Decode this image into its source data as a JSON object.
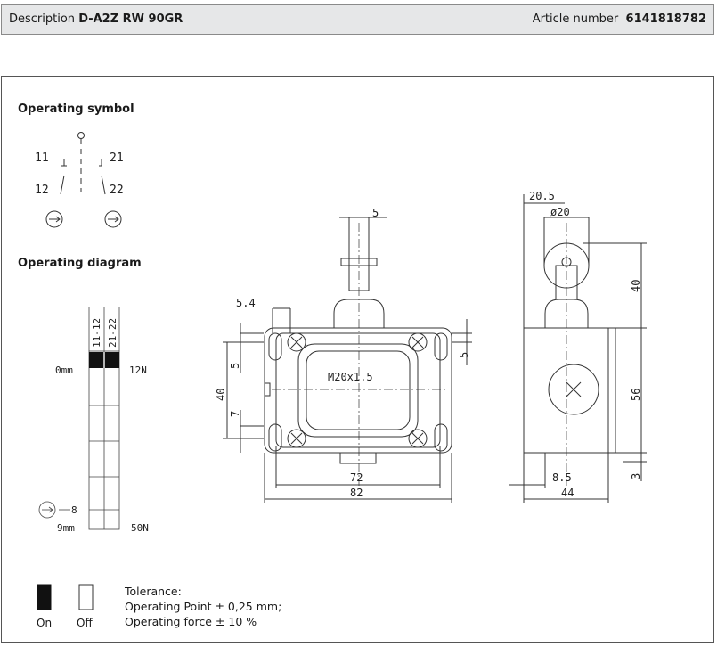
{
  "header": {
    "description_label": "Description",
    "description_value": "D-A2Z RW 90GR",
    "article_label": "Article number",
    "article_value": "6141818782"
  },
  "operating_symbol": {
    "title": "Operating symbol",
    "labels": [
      "11",
      "12",
      "21",
      "22"
    ]
  },
  "operating_diagram": {
    "title": "Operating diagram",
    "columns": [
      "11-12",
      "21-22"
    ],
    "start_travel": "0mm",
    "start_force": "12N",
    "end_travel": "9mm",
    "end_force": "50N",
    "marker": "8"
  },
  "drawing": {
    "thread_label": "M20x1.5",
    "front_dims": [
      "5",
      "5.4",
      "5",
      "5",
      "40",
      "7",
      "72",
      "82"
    ],
    "side_dims": [
      "20.5",
      "ø20",
      "40",
      "56",
      "3",
      "8.5",
      "44"
    ]
  },
  "legend": {
    "on_label": "On",
    "off_label": "Off",
    "tolerance_lines": [
      "Tolerance:",
      "Operating Point ± 0,25 mm;",
      "Operating force ± 10 %"
    ]
  }
}
